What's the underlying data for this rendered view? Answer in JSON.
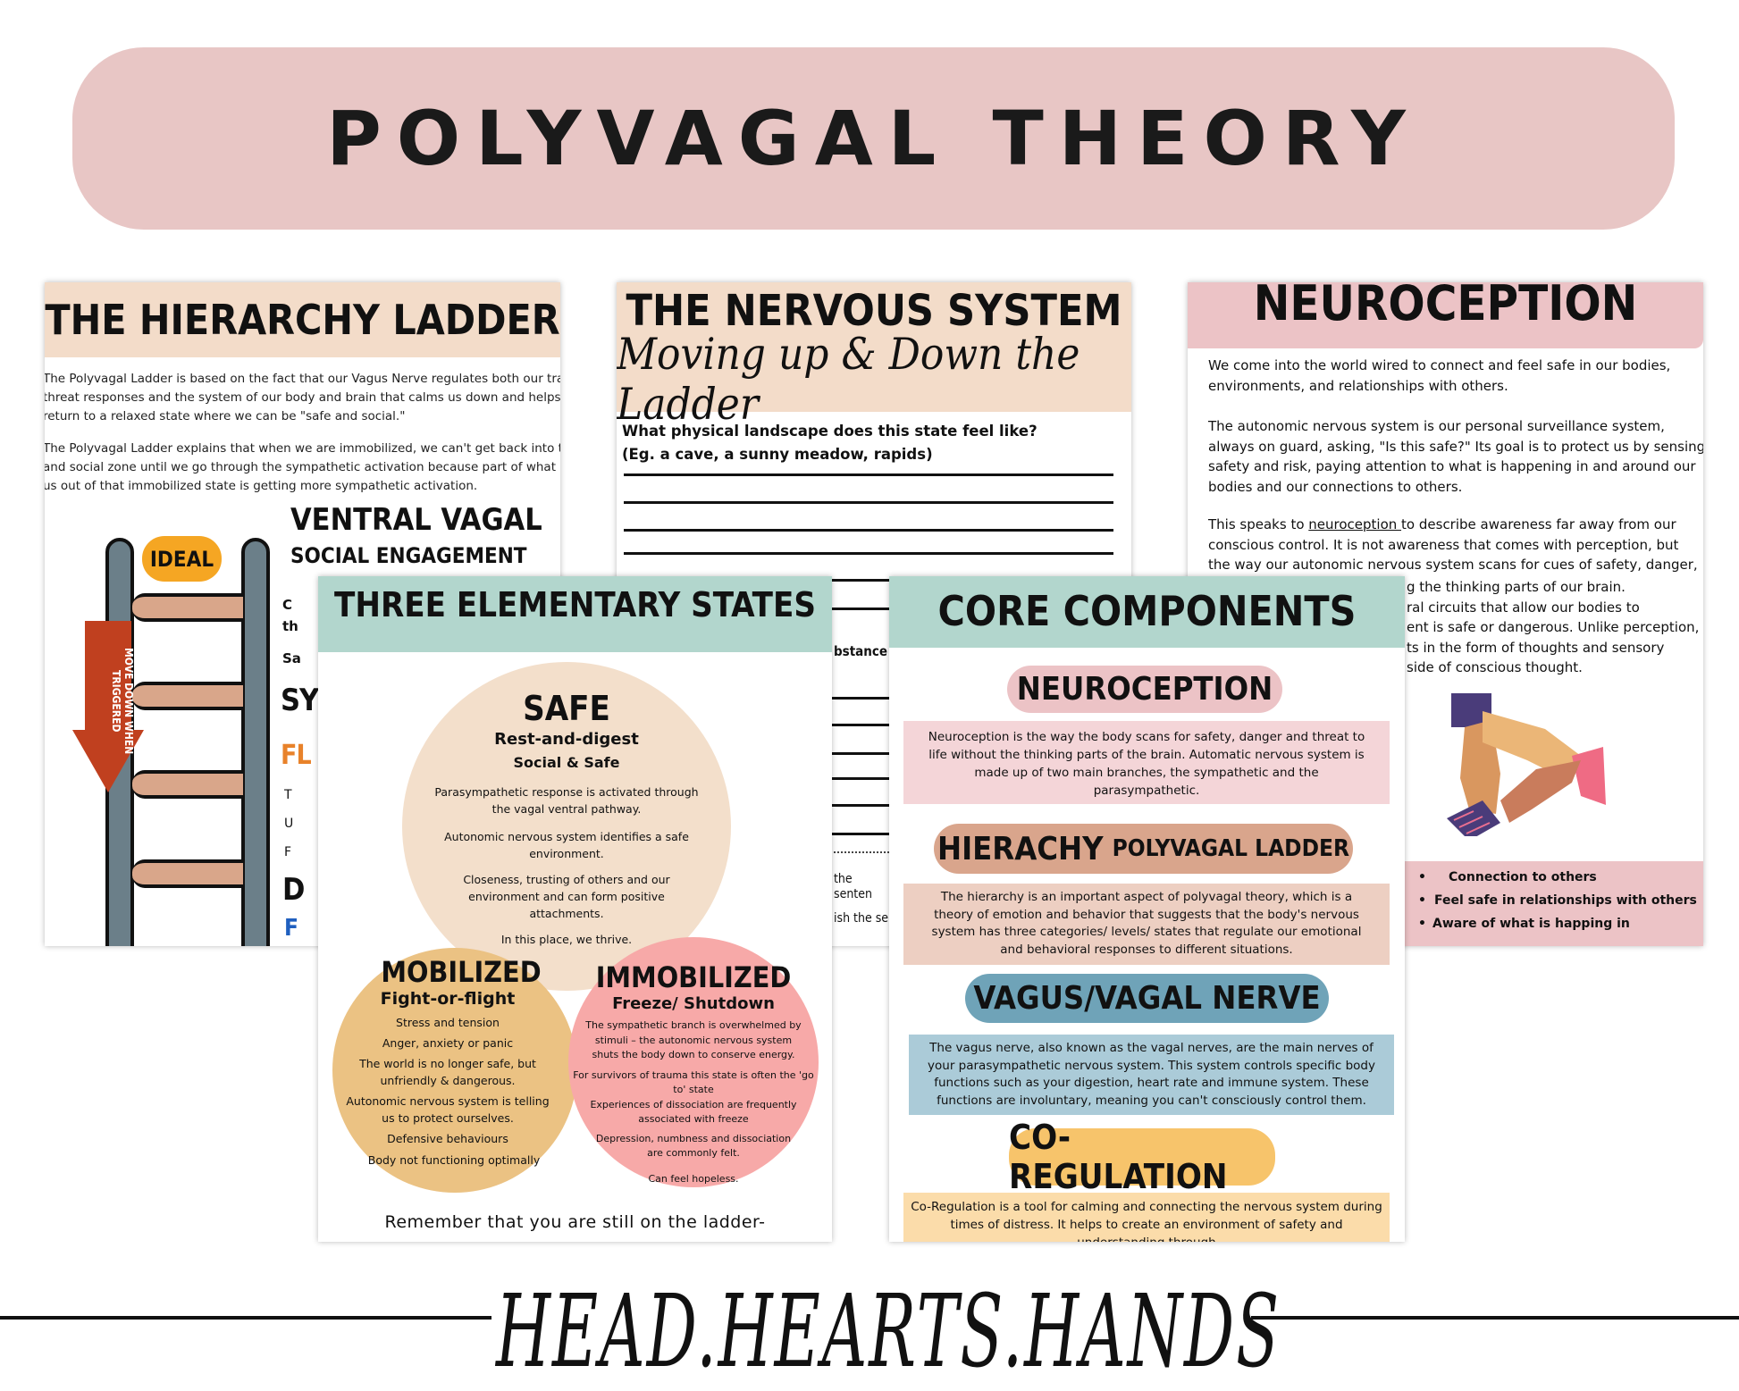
{
  "banner": {
    "title": "POLYVAGAL THEORY"
  },
  "hierarchy_card": {
    "title": "THE HIERARCHY LADDER",
    "para1": [
      "The Polyvagal Ladder is based on the fact that our Vagus Nerve regulates both our trauma",
      "threat responses and the system of our body and brain that calms us down and helps us",
      "return to a relaxed state where we can be \"safe and social.\""
    ],
    "para2": [
      "The Polyvagal Ladder explains that when we are immobilized, we can't get back into the sa",
      "and social zone until we go through the sympathetic activation because part of what brin",
      "us out of that immobilized state is getting more sympathetic activation."
    ],
    "ideal_badge": "IDEAL",
    "arrow_label": "MOVE DOWN WHEN TRIGGERED",
    "ventral_title": "VENTRAL VAGAL",
    "social_engagement": "SOCIAL ENGAGEMENT",
    "fragments": [
      "C",
      "th",
      "Sa",
      "SY",
      "FL",
      "T",
      "U",
      "F",
      "D",
      "F"
    ],
    "colors": {
      "header": "#f3dcc9",
      "rail": "#6b7f89",
      "rung": "#d9a68a",
      "ideal": "#f5a623",
      "arrow": "#c0401f",
      "fl": "#e8822a",
      "f": "#1f5fbf"
    }
  },
  "nervous_card": {
    "title": "THE NERVOUS SYSTEM",
    "subtitle": "Moving up & Down the Ladder",
    "question1": "What physical landscape does this state feel like?",
    "question2": "(Eg. a cave, a sunny meadow, rapids)",
    "fragment1": "bstance",
    "fragment2": "the senten",
    "fragment3": "ish the se"
  },
  "neuroception_card": {
    "title": "NEUROCEPTION",
    "para1": [
      "We come into the world wired to connect and feel safe in our bodies,",
      "environments, and relationships with others."
    ],
    "para2": [
      "The autonomic nervous system is our personal surveillance system,",
      "always on guard, asking, \"Is this safe?\" Its goal is to protect us by sensing",
      "safety and risk, paying attention to what is happening in and around our",
      "bodies and our connections to others."
    ],
    "para3_intro": "This speaks to ",
    "para3_link": "neuroception ",
    "para3_rest": "to describe awareness far away from our",
    "para3": [
      "conscious control. It is not awareness that comes with perception, but",
      "the way our autonomic nervous system scans for cues of safety, danger,"
    ],
    "para3_partial": [
      "g the thinking parts of our brain.",
      "ral circuits that allow our bodies to",
      "ent is safe or dangerous. Unlike perception,",
      "ts in the form of thoughts and sensory",
      "side of conscious thought."
    ],
    "bullets": [
      "Connection to others",
      "Feel safe in relationships with others",
      "Aware of what is happing in"
    ]
  },
  "states_card": {
    "title": "THREE ELEMENTARY STATES",
    "safe": {
      "title": "SAFE",
      "sub1": "Rest-and-digest",
      "sub2": "Social & Safe",
      "lines": [
        "Parasympathetic response is activated through the vagal ventral pathway.",
        "Autonomic nervous system identifies a safe environment.",
        "Closeness, trusting of others and our environment and can form positive attachments.",
        "In this place, we thrive."
      ]
    },
    "mobilized": {
      "title": "MOBILIZED",
      "sub": "Fight-or-flight",
      "lines": [
        "Stress and tension",
        "Anger, anxiety or panic",
        "The world is no longer safe, but unfriendly & dangerous.",
        "Autonomic nervous system is telling us to protect ourselves.",
        "Defensive behaviours",
        "Body not functioning optimally"
      ]
    },
    "immobilized": {
      "title": "IMMOBILIZED",
      "sub": "Freeze/ Shutdown",
      "lines": [
        "The sympathetic branch is overwhelmed by stimuli – the autonomic nervous system shuts the body down to conserve energy.",
        "For survivors of trauma this state is often the 'go to' state",
        "Experiences of dissociation are frequently associated with freeze",
        "Depression, numbness and dissociation are commonly felt.",
        "Can feel hopeless."
      ]
    },
    "footer": "Remember that you are still on the ladder-",
    "colors": {
      "header": "#b2d6cd",
      "safe": "#f3dfcb",
      "mobilized": "#ebc283",
      "immobilized": "#f7a9a8"
    }
  },
  "core_card": {
    "title": "CORE COMPONENTS",
    "sections": [
      {
        "title": "NEUROCEPTION",
        "text": "Neuroception is the way the body scans for safety, danger and threat to life without the thinking parts of the brain. Automatic nervous system is made up of two main branches, the sympathetic and the parasympathetic."
      },
      {
        "title": "HIERACHY",
        "title_small": "POLYVAGAL LADDER",
        "text": "The hierarchy is an important aspect of polyvagal theory, which is a theory of emotion and behavior that suggests that the body's nervous system has three categories/ levels/ states that regulate our emotional and behavioral responses to different situations."
      },
      {
        "title": "VAGUS/VAGAL NERVE",
        "text": "The vagus nerve, also known as the vagal nerves, are the main nerves of your parasympathetic nervous system. This system controls specific body functions such as your digestion, heart rate and immune system. These functions are involuntary, meaning you can't consciously control them."
      },
      {
        "title": "CO-REGULATION",
        "text": "Co-Regulation is a tool for calming and connecting the nervous system during times of distress. It helps to create an environment of safety and understanding through"
      }
    ]
  },
  "footer": {
    "brand": "HEAD.HEARTS.HANDS"
  }
}
